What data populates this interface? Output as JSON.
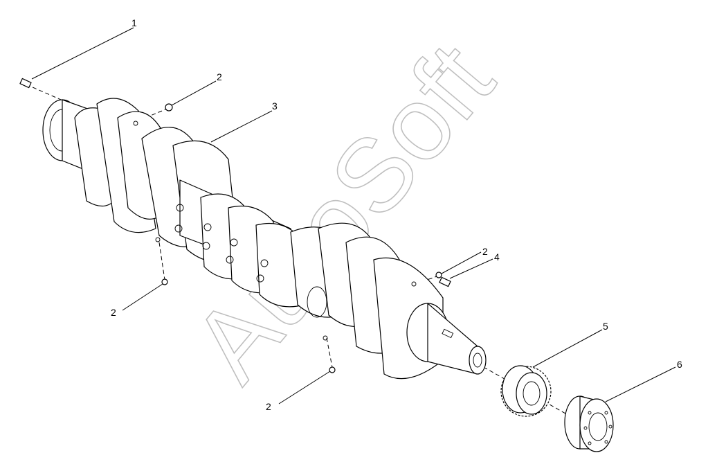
{
  "watermark": {
    "text": "AutoSoft"
  },
  "callouts": [
    {
      "id": "c1",
      "label": "1"
    },
    {
      "id": "c2a",
      "label": "2"
    },
    {
      "id": "c3",
      "label": "3"
    },
    {
      "id": "c2b",
      "label": "2"
    },
    {
      "id": "c4",
      "label": "4"
    },
    {
      "id": "c2c",
      "label": "2"
    },
    {
      "id": "c5",
      "label": "5"
    },
    {
      "id": "c2d",
      "label": "2"
    },
    {
      "id": "c6",
      "label": "6"
    }
  ]
}
